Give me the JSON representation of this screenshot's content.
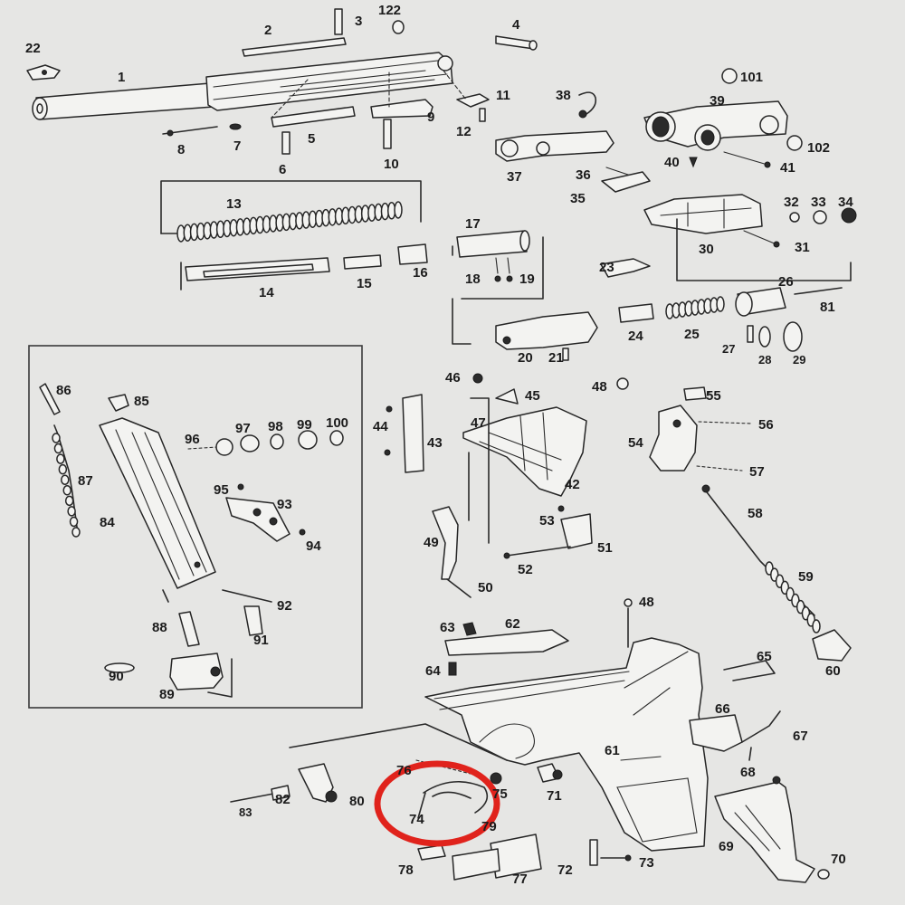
{
  "part_numbers": [
    "1",
    "2",
    "3",
    "4",
    "5",
    "6",
    "7",
    "8",
    "9",
    "10",
    "11",
    "12",
    "13",
    "14",
    "15",
    "16",
    "17",
    "18",
    "19",
    "20",
    "21",
    "22",
    "23",
    "24",
    "25",
    "26",
    "27",
    "28",
    "29",
    "30",
    "31",
    "32",
    "33",
    "34",
    "35",
    "36",
    "37",
    "38",
    "39",
    "40",
    "41",
    "42",
    "43",
    "44",
    "45",
    "46",
    "47",
    "48",
    "48",
    "49",
    "50",
    "51",
    "52",
    "53",
    "54",
    "55",
    "56",
    "57",
    "58",
    "59",
    "60",
    "61",
    "62",
    "63",
    "64",
    "65",
    "66",
    "67",
    "68",
    "69",
    "70",
    "71",
    "72",
    "73",
    "74",
    "75",
    "76",
    "77",
    "78",
    "79",
    "80",
    "81",
    "82",
    "83",
    "84",
    "85",
    "86",
    "87",
    "88",
    "89",
    "90",
    "91",
    "92",
    "93",
    "94",
    "95",
    "96",
    "97",
    "98",
    "99",
    "100",
    "101",
    "102",
    "122"
  ],
  "highlight": {
    "part": "74",
    "color": "#e0231c"
  },
  "colors": {
    "background": "#e6e6e4",
    "line": "#262626",
    "highlight": "#e0231c"
  }
}
